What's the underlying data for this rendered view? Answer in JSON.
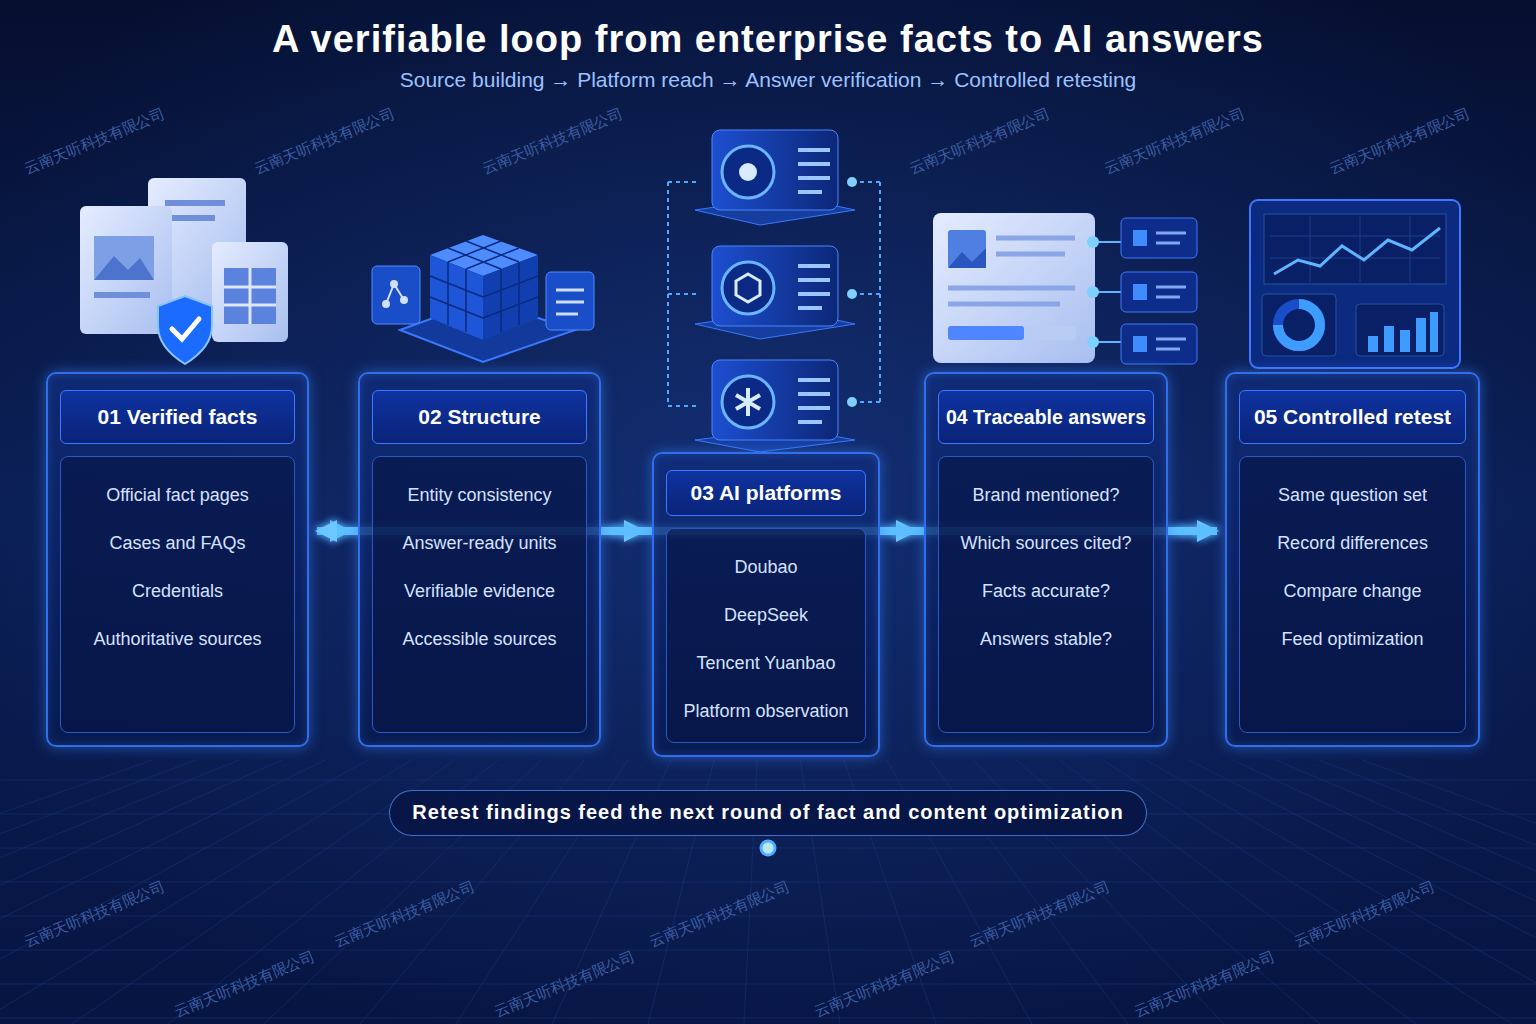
{
  "diagram": {
    "title": "A verifiable loop from enterprise facts to AI answers",
    "nodes": [
      {
        "text": [
          "01 Verified facts",
          "Official fact pages",
          "Cases and FAQs",
          "Credentials",
          "Authoritative sources"
        ]
      },
      {
        "text": [
          "02 Structure",
          "Entity consistency",
          "Answer-ready units",
          "Verifiable evidence",
          "Accessible sources"
        ]
      },
      {
        "text": [
          "03 AI platforms",
          "Doubao",
          "DeepSeek",
          "Tencent Yuanbao",
          "Platform observation"
        ]
      },
      {
        "text": [
          "04 Traceable answers",
          "Brand mentioned?",
          "Which sources cited?",
          "Facts accurate?",
          "Answers stable?"
        ]
      },
      {
        "text": [
          "05 Controlled retest",
          "Same question set",
          "Record differences",
          "Compare change",
          "Feed optimization"
        ]
      }
    ],
    "edges": [
      {
        "from": 0,
        "to": 1,
        "arrow": "to"
      },
      {
        "from": 1,
        "to": 2,
        "arrow": "to"
      },
      {
        "from": 2,
        "to": 3,
        "arrow": "to"
      },
      {
        "from": 3,
        "to": 4,
        "arrow": "to"
      },
      {
        "from": 4,
        "to": 0,
        "label": "Retest findings feed the next round of fact and content optimization",
        "arrow": "to"
      }
    ],
    "labels": [
      "Source building → Platform reach → Answer verification → Controlled retesting",
      "云南天听科技有限公司",
      "云南天听科技有限公司",
      "云南天听科技有限公司",
      "云南天听科技有限公司",
      "云南天听科技有限公司",
      "云南天听科技有限公司",
      "云南天听科技有限公司",
      "云南天听科技有限公司",
      "云南天听科技有限公司",
      "云南天听科技有限公司",
      "云南天听科技有限公司",
      "云南天听科技有限公司",
      "云南天听科技有限公司",
      "云南天听科技有限公司",
      "云南天听科技有限公司"
    ]
  }
}
